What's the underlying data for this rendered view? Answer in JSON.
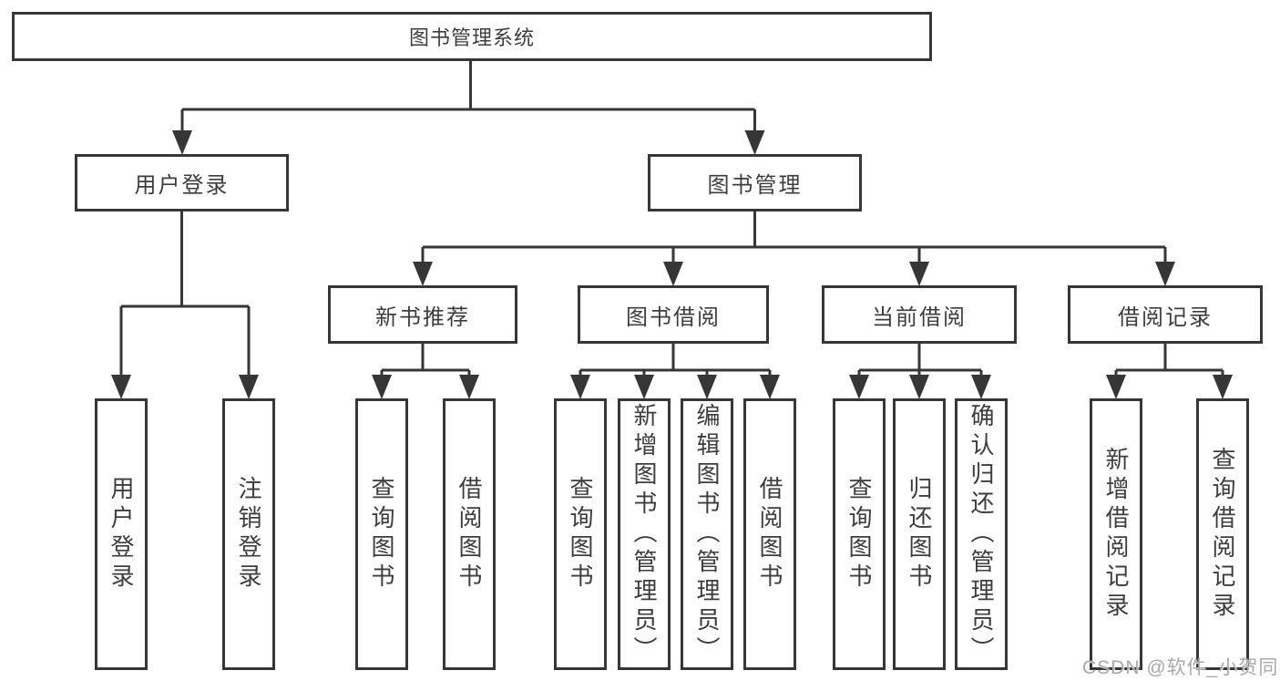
{
  "diagram": {
    "root": {
      "label": "图书管理系统",
      "children": [
        {
          "label": "用户登录",
          "children": [
            {
              "label": "用户登录"
            },
            {
              "label": "注销登录"
            }
          ]
        },
        {
          "label": "图书管理",
          "children": [
            {
              "label": "新书推荐",
              "children": [
                {
                  "label": "查询图书"
                },
                {
                  "label": "借阅图书"
                }
              ]
            },
            {
              "label": "图书借阅",
              "children": [
                {
                  "label": "查询图书"
                },
                {
                  "label": "新增图书（管理员）"
                },
                {
                  "label": "编辑图书（管理员）"
                },
                {
                  "label": "借阅图书"
                }
              ]
            },
            {
              "label": "当前借阅",
              "children": [
                {
                  "label": "查询图书"
                },
                {
                  "label": "归还图书"
                },
                {
                  "label": "确认归还（管理员）"
                }
              ]
            },
            {
              "label": "借阅记录",
              "children": [
                {
                  "label": "新增借阅记录"
                },
                {
                  "label": "查询借阅记录"
                }
              ]
            }
          ]
        }
      ]
    }
  },
  "watermark": {
    "text": "CSDN @软件_小贺同学"
  },
  "colors": {
    "line": "#363636",
    "box_border": "#363636",
    "box_fill": "#ffffff",
    "text": "#3d3d3d",
    "watermark": "#a9a9a9",
    "background": "#ffffff"
  }
}
